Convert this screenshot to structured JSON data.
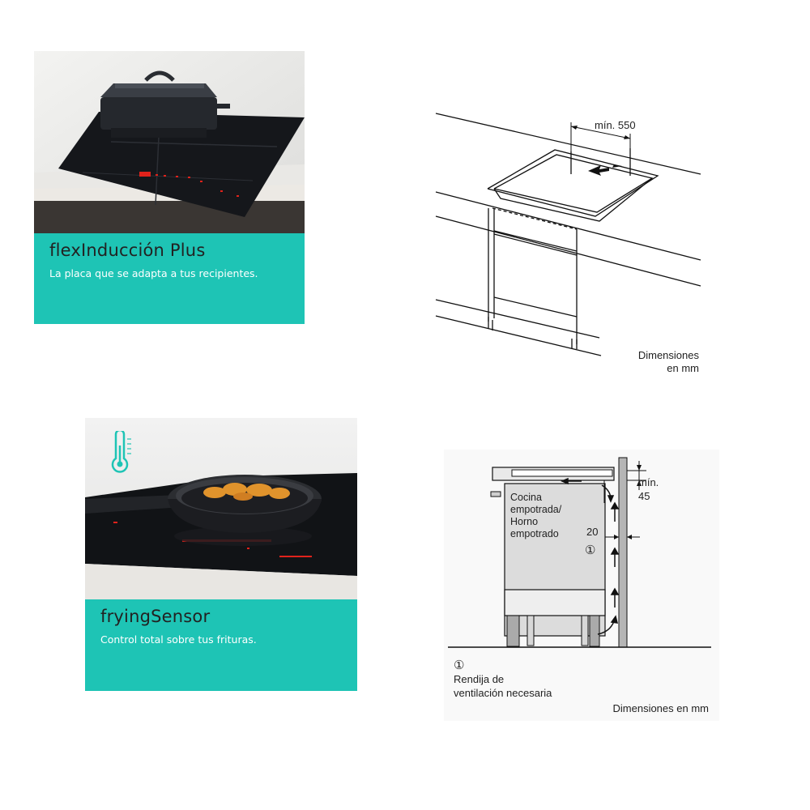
{
  "cards": [
    {
      "title": "flexInducción Plus",
      "subtitle": "La placa que se adapta a tus recipientes."
    },
    {
      "title": "fryingSensor",
      "subtitle": "Control total sobre tus frituras."
    }
  ],
  "diagram_top": {
    "min_label": "mín. 550",
    "dims_line1": "Dimensiones",
    "dims_line2": "en mm"
  },
  "diagram_bottom": {
    "min_label": "mín.",
    "min_value": "45",
    "cabinet_line1": "Cocina",
    "cabinet_line2": "empotrada/",
    "cabinet_line3": "Horno",
    "cabinet_line4": "empotrado",
    "gap_value": "20",
    "marker": "①",
    "legend_marker": "①",
    "legend_line1": "Rendija de",
    "legend_line2": "ventilación necesaria",
    "dims": "Dimensiones en mm"
  },
  "colors": {
    "band": "#1ec4b5",
    "hob": "#15171b",
    "red_led": "#e0221b"
  },
  "icons": [
    "thermometer-icon"
  ]
}
